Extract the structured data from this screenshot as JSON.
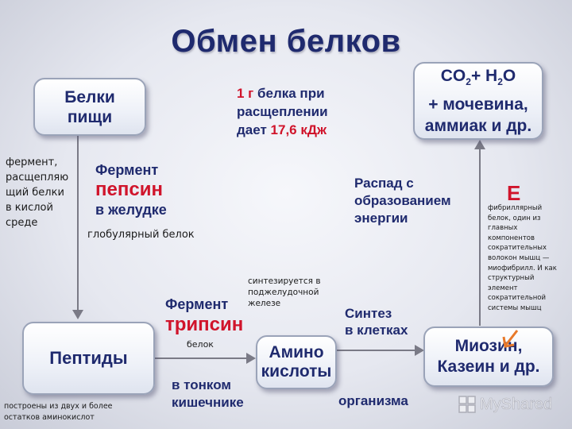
{
  "title": "Обмен белков",
  "boxes": {
    "food_proteins": [
      "Белки",
      "пищи"
    ],
    "peptides": "Пептиды",
    "amino_acids": [
      "Амино",
      "кислоты"
    ],
    "myosin": [
      "Миозин,",
      "Казеин и др."
    ],
    "products": {
      "co": "CO",
      "co_sub": "2",
      "plus_h": "+ H",
      "h_sub": "2",
      "o": "O",
      "line2": "+ мочевина,",
      "line3": "аммиак и др."
    }
  },
  "energy_fact": {
    "n1": "1 г",
    "t1": " белка при",
    "t2": "расщеплении",
    "t3": "дает ",
    "n2": "17,6 кДж"
  },
  "pepsin": {
    "l1": "Фермент",
    "l2": "пепсин",
    "l3": "в желудке"
  },
  "trypsin": {
    "l1": "Фермент",
    "l2": "трипсин",
    "l3a": "в тонком",
    "l3b": "кишечнике"
  },
  "decay": [
    "Распад с",
    "образованием",
    "энергии"
  ],
  "synthesis": {
    "l1": "Синтез",
    "l2": "в клетках",
    "l3": "организма"
  },
  "energy_symbol": "Е",
  "notes": {
    "pepsin_def": [
      "фермент,",
      "расщепляю",
      "щий белки",
      "в кислой",
      "среде"
    ],
    "globular": "глобулярный белок",
    "pancreas": [
      "синтезируется в",
      "поджелудочной",
      "железе"
    ],
    "protein": "белок",
    "peptide_def": [
      "построены из двух и более",
      "остатков аминокислот"
    ],
    "myosin_def": [
      "фибриллярный",
      "белок, один из",
      "главных",
      "компонентов",
      "сократительных",
      "волокон мышц —",
      "миофибрилл. И как",
      "структурный",
      "элемент",
      "сократительной",
      "системы мышц"
    ]
  },
  "watermark": "MyShared",
  "colors": {
    "navy": "#1f2a6e",
    "red": "#d0142b",
    "arrow": "#7a7a86",
    "orange": "#e8792a"
  }
}
